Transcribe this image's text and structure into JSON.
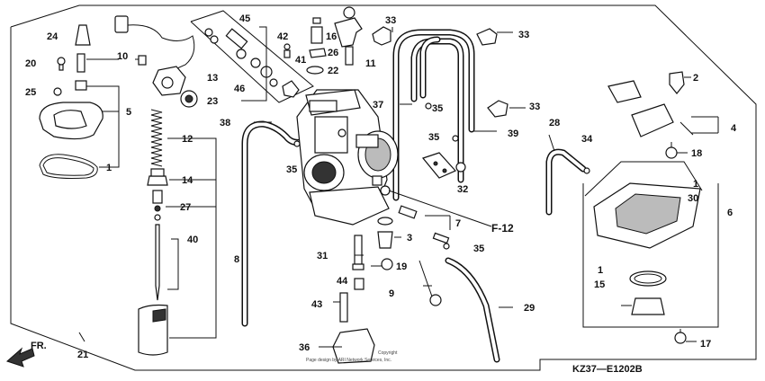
{
  "diagram": {
    "code": "KZ37—E1202B",
    "ref_label": "F-12",
    "direction": "FR.",
    "copyright_line1": "Copyright",
    "copyright_line2": "Page design by ARI Network Services, Inc."
  },
  "labels": {
    "l1a": "1",
    "l1b": "1",
    "l1c": "1",
    "l2": "2",
    "l3": "3",
    "l4": "4",
    "l5": "5",
    "l6": "6",
    "l7": "7",
    "l8": "8",
    "l9": "9",
    "l10": "10",
    "l11": "11",
    "l12": "12",
    "l13": "13",
    "l14": "14",
    "l15": "15",
    "l16": "16",
    "l17": "17",
    "l18": "18",
    "l19": "19",
    "l20": "20",
    "l21": "21",
    "l22": "22",
    "l23": "23",
    "l24": "24",
    "l25": "25",
    "l26": "26",
    "l27": "27",
    "l28": "28",
    "l29": "29",
    "l30": "30",
    "l31": "31",
    "l32": "32",
    "l33a": "33",
    "l33b": "33",
    "l33c": "33",
    "l34": "34",
    "l35a": "35",
    "l35b": "35",
    "l35c": "35",
    "l35d": "35",
    "l36": "36",
    "l37": "37",
    "l38": "38",
    "l39": "39",
    "l40": "40",
    "l41": "41",
    "l42": "42",
    "l43": "43",
    "l44": "44",
    "l45": "45",
    "l46": "46"
  }
}
